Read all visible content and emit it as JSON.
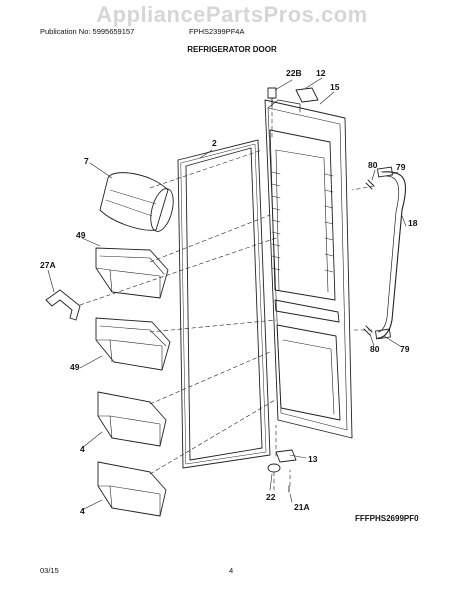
{
  "watermark": "AppliancePartsPros.com",
  "header": {
    "publication": "Publication No: 5995659157",
    "model": "FPHS2399PF4A",
    "title": "REFRIGERATOR DOOR"
  },
  "callouts": {
    "c22B": "22B",
    "c12": "12",
    "c15": "15",
    "c2": "2",
    "c7": "7",
    "c80a": "80",
    "c79a": "79",
    "c18": "18",
    "c49a": "49",
    "c27A": "27A",
    "c49b": "49",
    "c80b": "80",
    "c79b": "79",
    "c4a": "4",
    "c13": "13",
    "c22": "22",
    "c21A": "21A",
    "c4b": "4"
  },
  "diagram_code": "FFFPHS2699PF0",
  "footer": {
    "date": "03/15",
    "page": "4"
  }
}
